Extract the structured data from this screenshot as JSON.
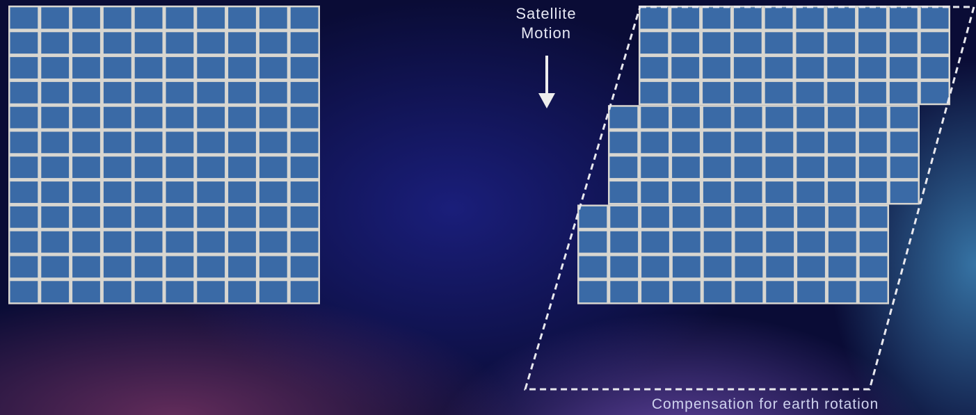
{
  "labels": {
    "satellite_motion": "Satellite\nMotion",
    "compensation": "Compensation for earth rotation"
  },
  "grid": {
    "rows": 12,
    "cols": 10
  },
  "colors": {
    "cell": "#3a6aa6",
    "grid_line": "#d8d6d0",
    "dash_outline": "#e8e8ee"
  },
  "icons": {
    "motion_arrow": "down-arrow-icon"
  }
}
